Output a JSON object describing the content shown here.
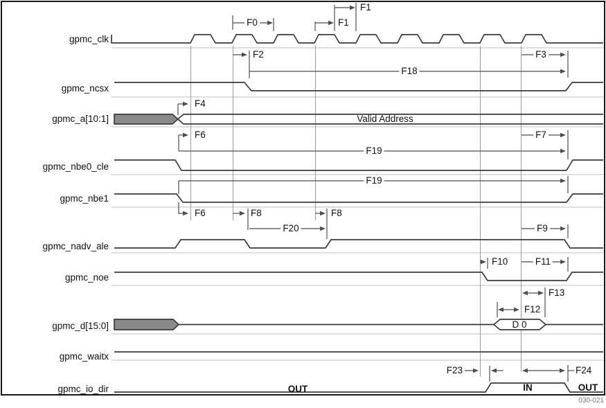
{
  "figure": {
    "code": "030-021"
  },
  "signals": [
    {
      "name": "gpmc_clk"
    },
    {
      "name": "gpmc_ncsx"
    },
    {
      "name": "gpmc_a[10:1]"
    },
    {
      "name": "gpmc_nbe0_cle"
    },
    {
      "name": "gpmc_nbe1"
    },
    {
      "name": "gpmc_nadv_ale"
    },
    {
      "name": "gpmc_noe"
    },
    {
      "name": "gpmc_d[15:0]"
    },
    {
      "name": "gpmc_waitx"
    },
    {
      "name": "gpmc_io_dir"
    }
  ],
  "bus_values": {
    "address": "Valid Address",
    "data": "D 0"
  },
  "io_states": {
    "left": "OUT",
    "middle": "IN",
    "right": "OUT"
  },
  "measurements": {
    "f0": "F0",
    "f1_upper": "F1",
    "f1_lower": "F1",
    "f2": "F2",
    "f3": "F3",
    "f4": "F4",
    "f6_addr": "F6",
    "f6_nbe": "F6",
    "f7": "F7",
    "f8_fall": "F8",
    "f8_rise": "F8",
    "f9": "F9",
    "f10": "F10",
    "f11": "F11",
    "f12": "F12",
    "f13": "F13",
    "f18": "F18",
    "f19_cle": "F19",
    "f19_nbe1": "F19",
    "f20": "F20",
    "f23": "F23",
    "f24": "F24"
  }
}
